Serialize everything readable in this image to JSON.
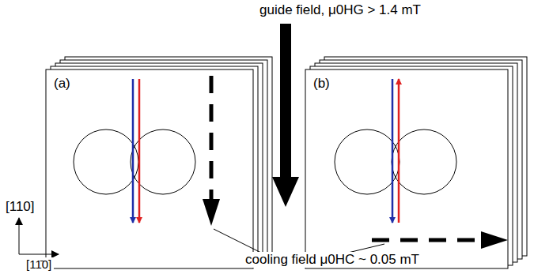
{
  "diagram": {
    "labels": [
      "guide field, μ0HG > 1.4 mT",
      "(a)",
      "(b)",
      "[110]",
      "[11̄0]",
      "cooling field μ0HC ~ 0.05 mT"
    ]
  }
}
